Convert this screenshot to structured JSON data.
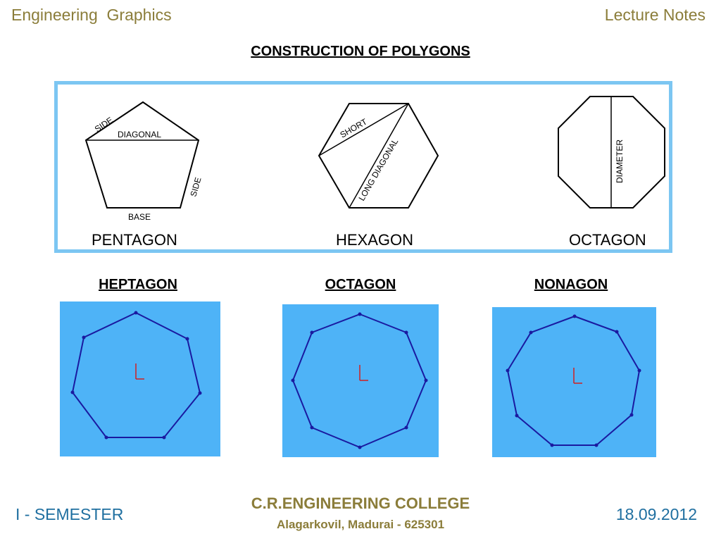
{
  "header": {
    "left": "Engineering  Graphics",
    "right": "Lecture Notes"
  },
  "title": "CONSTRUCTION OF POLYGONS",
  "top_figure": {
    "pentagon": {
      "name": "PENTAGON",
      "side_top": "SIDE",
      "diagonal": "DIAGONAL",
      "side_right": "SIDE",
      "base": "BASE"
    },
    "hexagon": {
      "name": "HEXAGON",
      "short": "SHORT",
      "long": "LONG DIAGONAL"
    },
    "octagon": {
      "name": "OCTAGON",
      "diameter": "DIAMETER"
    }
  },
  "panels": {
    "heptagon": "HEPTAGON",
    "octagon": "OCTAGON",
    "nonagon": "NONAGON"
  },
  "colors": {
    "panel": "#4eb3f7",
    "stroke": "#1a1aa0",
    "axis": "#d02020",
    "accent": "#8b7d3a",
    "footer": "#1f6fa0"
  },
  "footer": {
    "semester": "I - SEMESTER",
    "college": "C.R.ENGINEERING COLLEGE",
    "address": "Alagarkovil, Madurai - 625301",
    "date": "18.09.2012"
  }
}
